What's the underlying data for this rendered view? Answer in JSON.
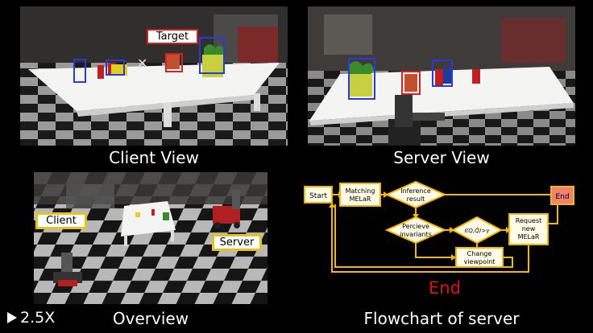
{
  "client_view": {
    "caption": "Client View",
    "target_label": "Target",
    "colors": {
      "target": "#d42020",
      "detect": "#2a3ad8",
      "table": "#f4f4f2"
    }
  },
  "server_view": {
    "caption": "Server View"
  },
  "overview": {
    "caption": "Overview",
    "client_label": "Client",
    "server_label": "Server",
    "label_border": "#e8c020"
  },
  "flowchart": {
    "caption": "Flowchart of server",
    "nodes": {
      "start": "Start",
      "matching_l1": "Matching",
      "matching_l2": "MELaR",
      "inference_l1": "Inference",
      "inference_l2": "result",
      "percieve_l1": "Percieve",
      "percieve_l2": "invariants",
      "condition": "I(Q,Q̂)>γ",
      "request_l1": "Request",
      "request_l2": "new",
      "request_l3": "MELaR",
      "change_l1": "Change",
      "change_l2": "viewpoint",
      "end": "End"
    },
    "status": "End",
    "colors": {
      "line": "#f5b800",
      "node_fill": "#fffbe6",
      "end_fill": "#f08070",
      "status": "#e01010"
    }
  },
  "playback": {
    "speed_icon": "play-icon",
    "speed": "2.5X"
  }
}
